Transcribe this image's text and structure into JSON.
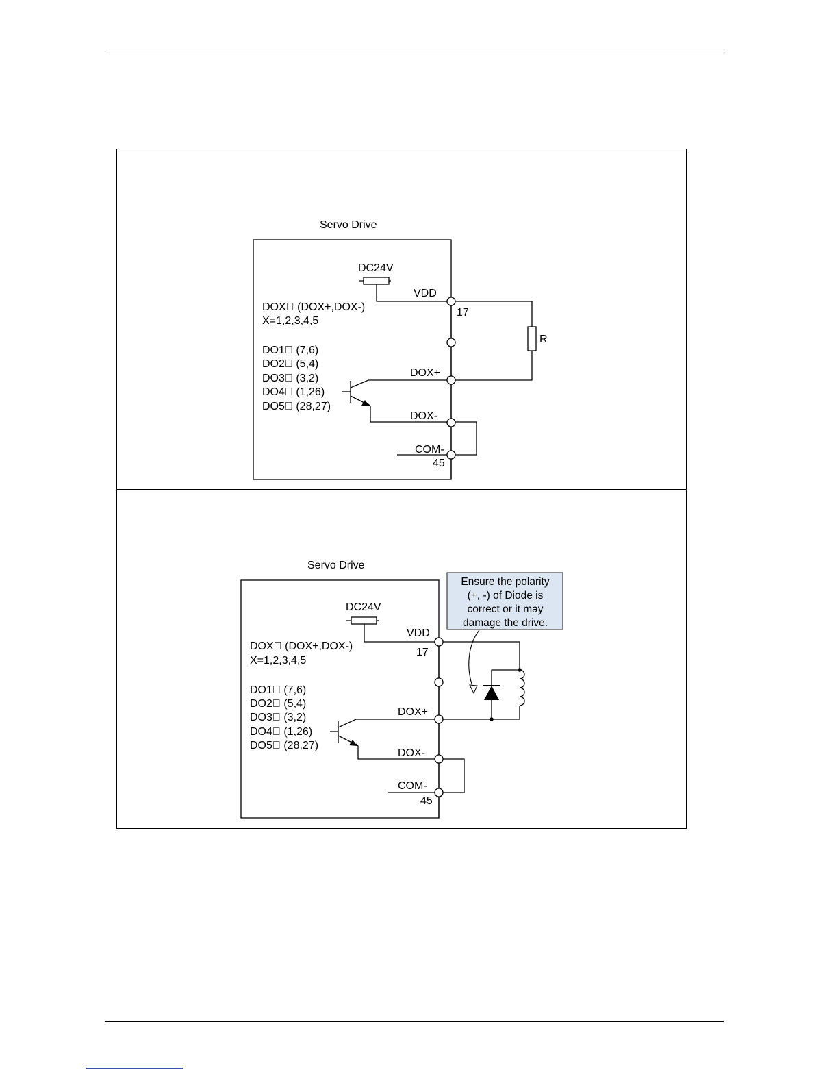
{
  "panels": [
    {
      "id": "resistive",
      "title": "Servo Drive",
      "supply_label": "DC24V",
      "vdd_label": "VDD",
      "vdd_pin": "17",
      "dox_header": "DOX\u0000  (DOX+,DOX-)",
      "x_range": "X=1,2,3,4,5",
      "do_pins": [
        "DO1\u0000  (7,6)",
        "DO2\u0000  (5,4)",
        "DO3\u0000  (3,2)",
        "DO4\u0000  (1,26)",
        "DO5\u0000  (28,27)"
      ],
      "dox_plus_label": "DOX+",
      "dox_minus_label": "DOX-",
      "com_label": "COM-",
      "com_pin": "45",
      "load_label": "R"
    },
    {
      "id": "inductive",
      "title": "Servo Drive",
      "supply_label": "DC24V",
      "vdd_label": "VDD",
      "vdd_pin": "17",
      "dox_header": "DOX\u0000  (DOX+,DOX-)",
      "x_range": "X=1,2,3,4,5",
      "do_pins": [
        "DO1\u0000  (7,6)",
        "DO2\u0000  (5,4)",
        "DO3\u0000  (3,2)",
        "DO4\u0000  (1,26)",
        "DO5\u0000  (28,27)"
      ],
      "dox_plus_label": "DOX+",
      "dox_minus_label": "DOX-",
      "com_label": "COM-",
      "com_pin": "45",
      "note_lines": [
        "Ensure the polarity",
        "(+, -) of Diode is",
        "correct or it may",
        "damage the drive."
      ]
    }
  ],
  "colors": {
    "note_fill": "#dce6f2",
    "note_border": "#3f3f3f"
  }
}
